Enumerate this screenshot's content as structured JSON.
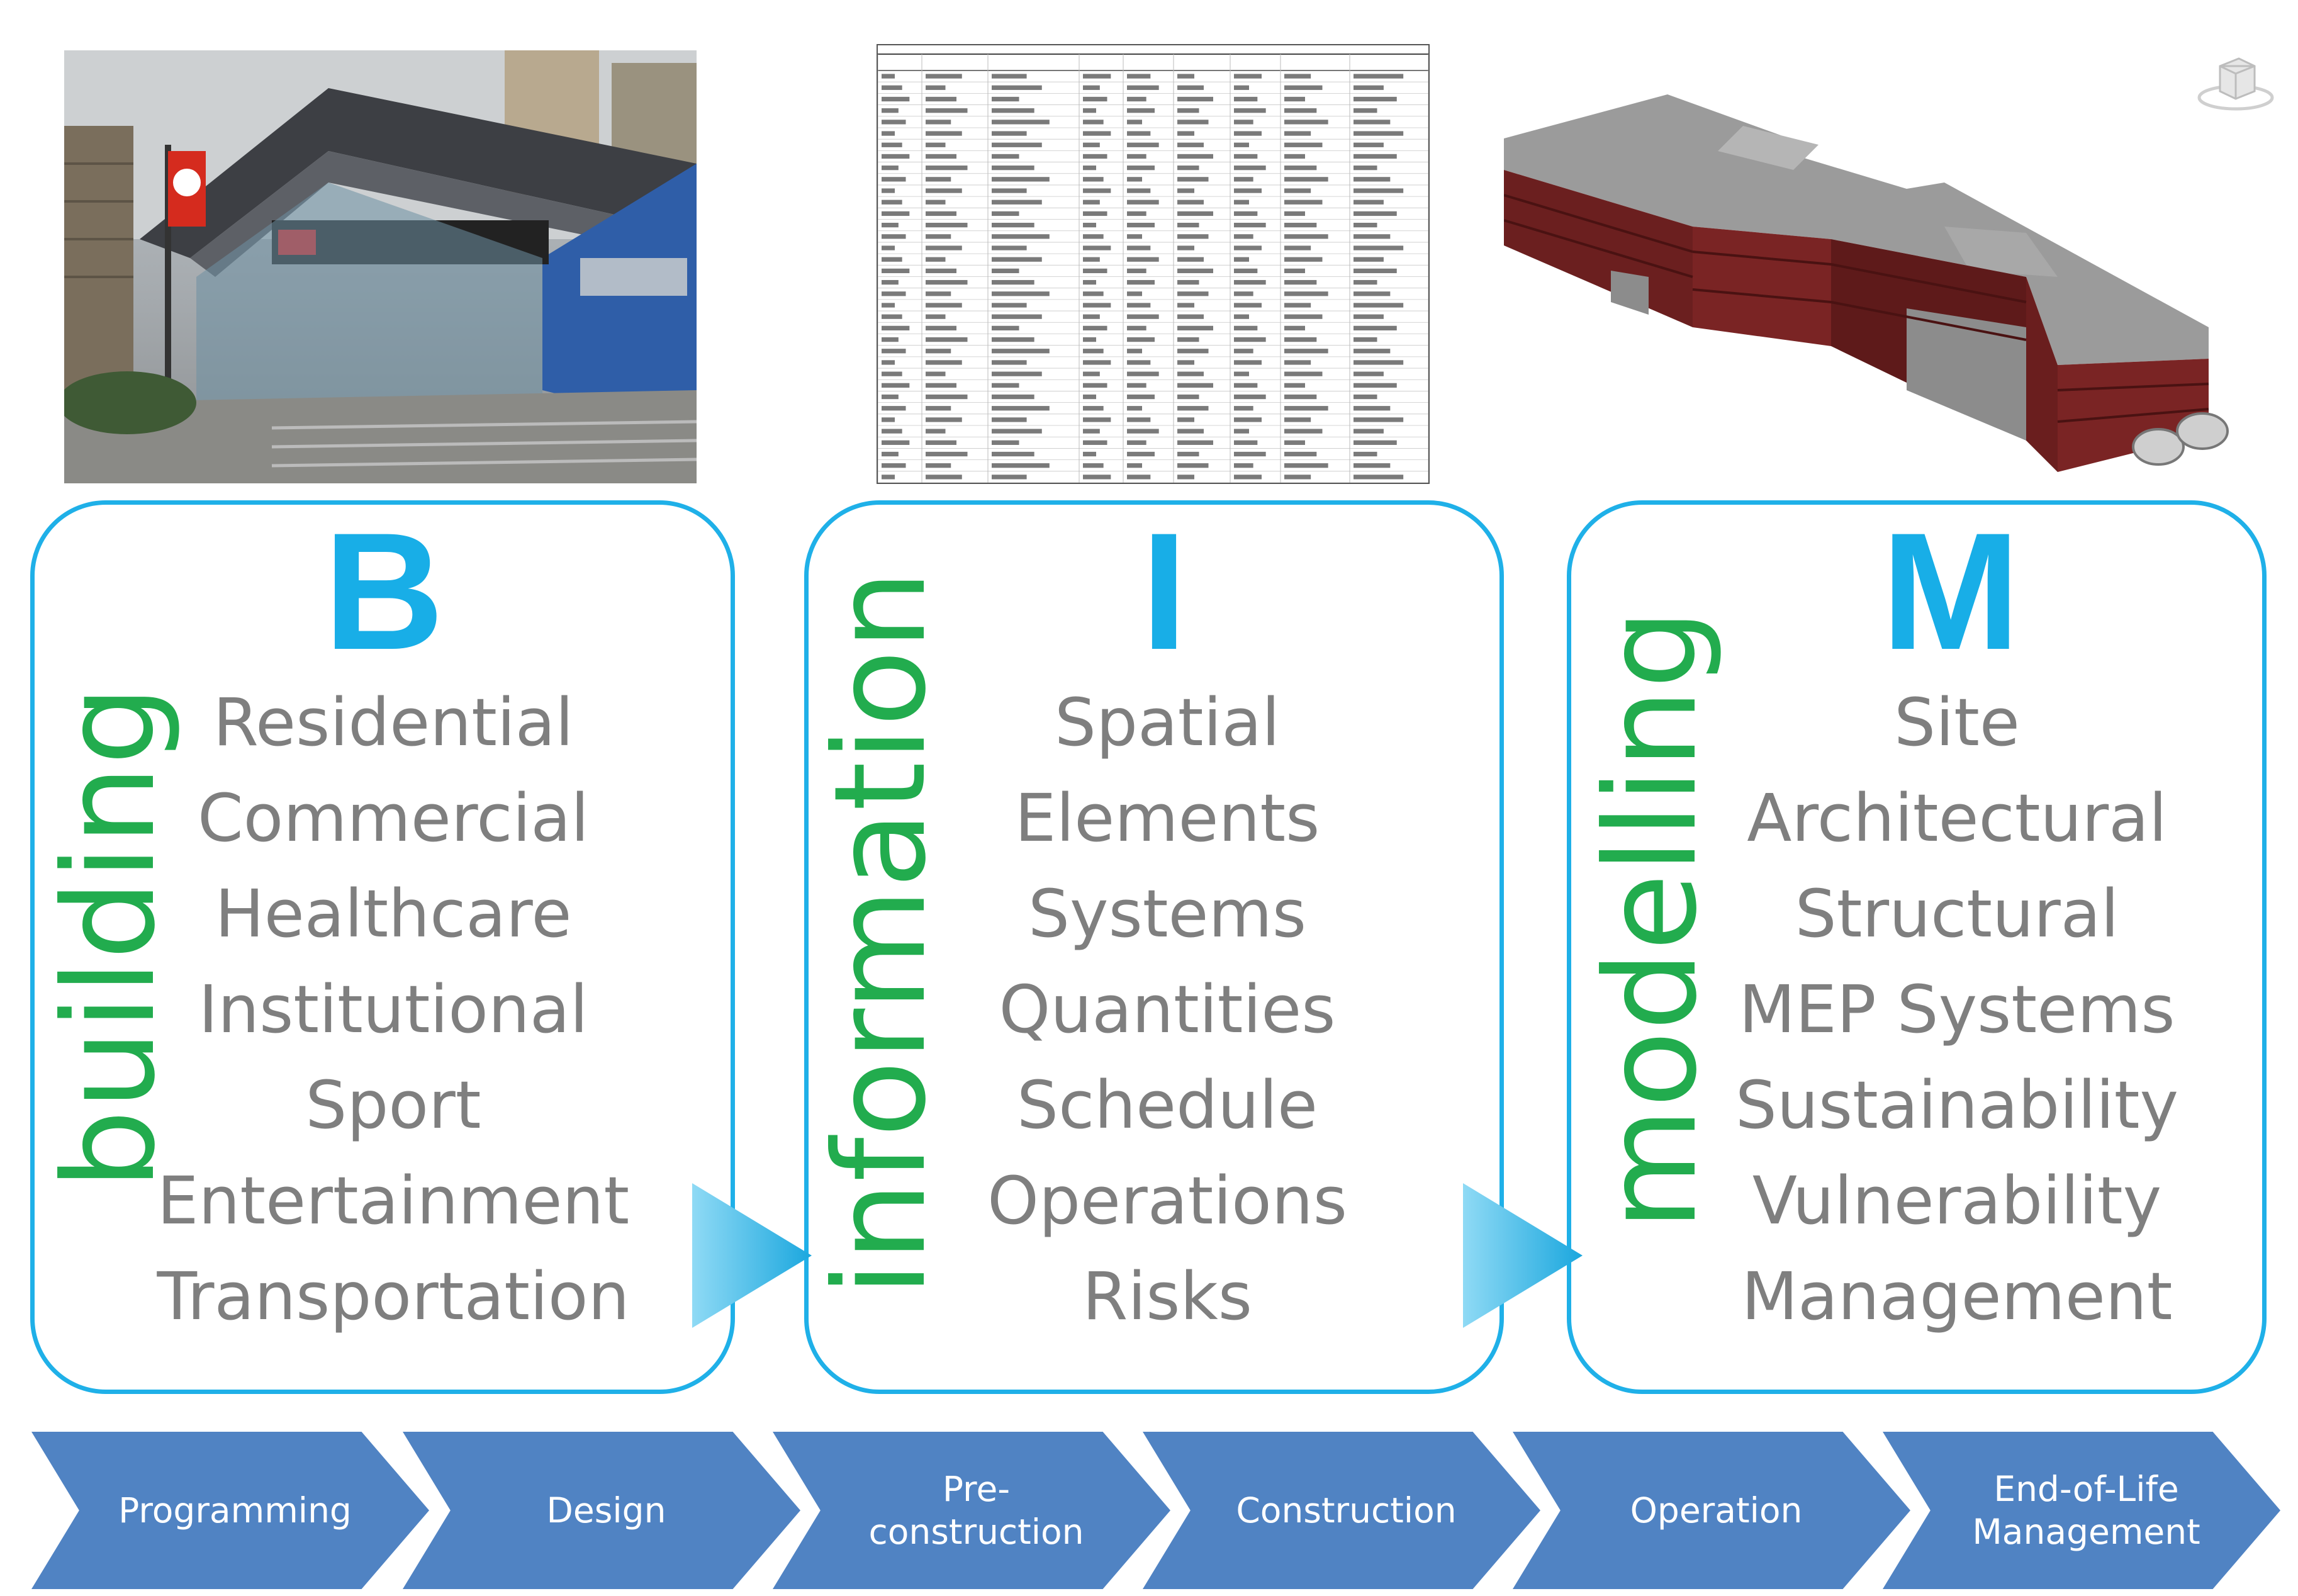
{
  "letters": [
    {
      "letter": "B",
      "word": "building",
      "items": [
        "Residential",
        "Commercial",
        "Healthcare",
        "Institutional",
        "Sport",
        "Entertainment",
        "Transportation"
      ]
    },
    {
      "letter": "I",
      "word": "information",
      "items": [
        "Spatial",
        "Elements",
        "Systems",
        "Quantities",
        "Schedule",
        "Operations",
        "Risks"
      ]
    },
    {
      "letter": "M",
      "word": "modelling",
      "items": [
        "Site",
        "Architectural",
        "Structural",
        "MEP Systems",
        "Sustainability",
        "Vulnerability",
        "Management"
      ]
    }
  ],
  "stages": [
    "Programming",
    "Design",
    "Pre-\nconstruction",
    "Construction",
    "Operation",
    "End-of-Life\nManagement"
  ],
  "colors": {
    "letter_blue": "#18aee7",
    "box_border": "#1fb0e8",
    "word_green": "#22ac4e",
    "item_grey": "#7f7f7f",
    "chevron_blue": "#5083c3",
    "connector_cyan": "#2ab4e4"
  },
  "icons": [
    "station-photo",
    "schedule-table-image",
    "3d-building-model",
    "viewcube-icon",
    "arrow-right-icon"
  ]
}
